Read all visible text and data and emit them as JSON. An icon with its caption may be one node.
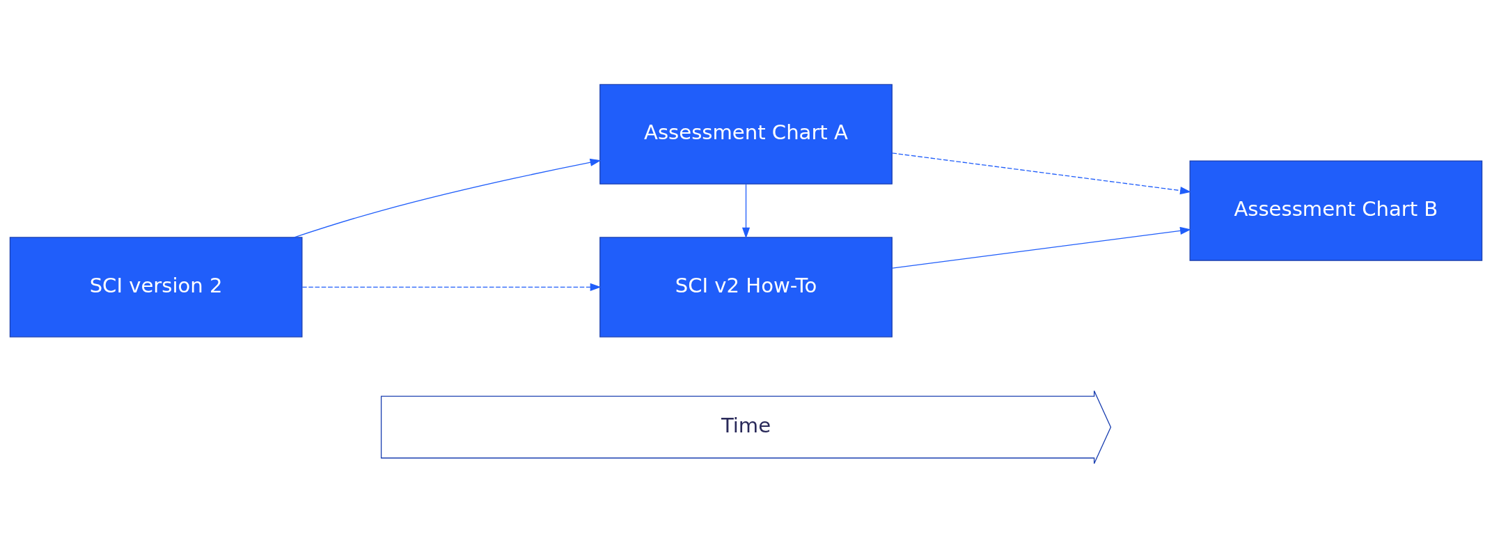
{
  "diagram": {
    "nodes": [
      {
        "text": [
          "SCI v2 How-To"
        ]
      },
      {
        "text": [
          "SCI version 2"
        ]
      },
      {
        "text": [
          "Assessment Chart A"
        ]
      },
      {
        "text": [
          "Assessment Chart B"
        ]
      },
      {
        "text": [
          "Time"
        ]
      }
    ],
    "edges": [
      {
        "from": 1,
        "to": 0,
        "arrow": "to",
        "style": "dashed"
      },
      {
        "from": 1,
        "to": 2,
        "arrow": "to"
      },
      {
        "from": 2,
        "to": 0,
        "arrow": "to"
      },
      {
        "from": 0,
        "to": 3,
        "arrow": "to"
      },
      {
        "from": 2,
        "to": 3,
        "arrow": "to",
        "style": "dashed"
      }
    ]
  }
}
